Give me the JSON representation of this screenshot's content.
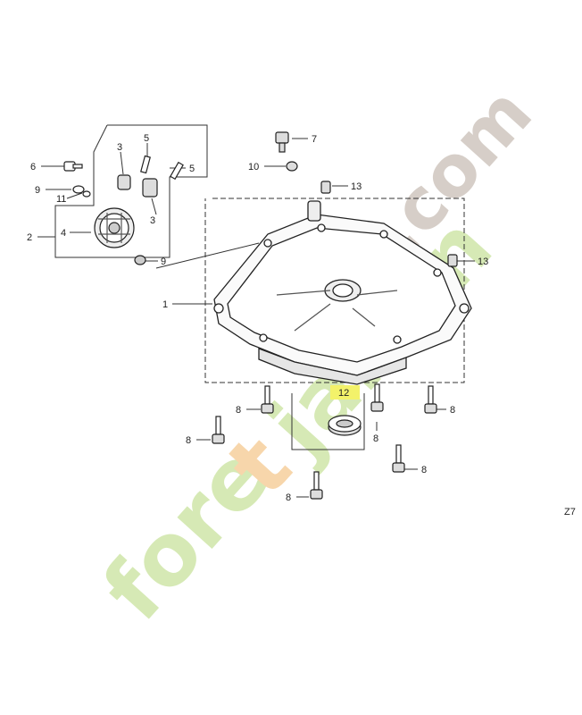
{
  "diagram": {
    "page_code": "Z7",
    "highlighted_part": "12",
    "highlight_color": "#f3f26a",
    "line_color": "#333333",
    "labels": {
      "p1": "1",
      "p2": "2",
      "p3a": "3",
      "p3b": "3",
      "p4": "4",
      "p5a": "5",
      "p5b": "5",
      "p6": "6",
      "p7": "7",
      "p8a": "8",
      "p8b": "8",
      "p8c": "8",
      "p8d": "8",
      "p8e": "8",
      "p8f": "8",
      "p9a": "9",
      "p9b": "9",
      "p10": "10",
      "p11": "11",
      "p12": "12",
      "p13a": "13",
      "p13b": "13"
    }
  },
  "watermark": {
    "text": "foretjardin.com",
    "colors": {
      "green": "#cfe6a8",
      "orange": "#f6cf9c",
      "gray": "#cfc6be"
    }
  }
}
